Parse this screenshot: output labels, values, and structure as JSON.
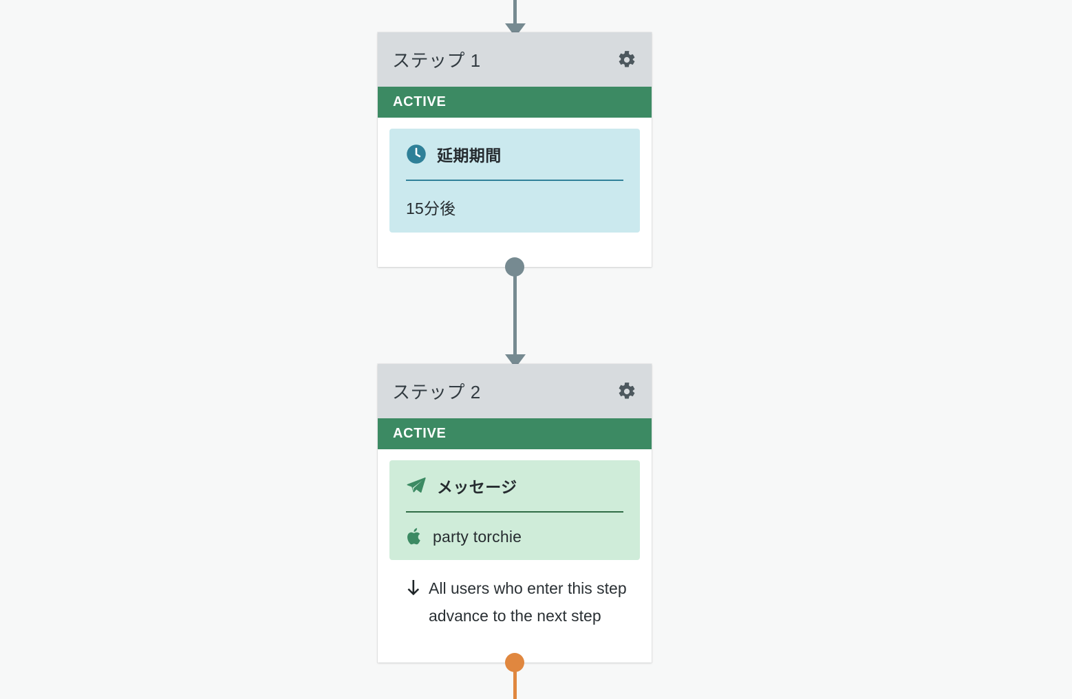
{
  "theme": {
    "background": "#f7f8f8",
    "header_gray": "#d7dbde",
    "status_green": "#3c8a63",
    "connector_gray": "#768a91",
    "connector_orange": "#e0873f",
    "delay_block_bg": "#cbe9ee",
    "delay_accent": "#2f8098",
    "message_block_bg": "#cfecd9",
    "message_accent": "#2f6b45",
    "text_dark": "#262c30"
  },
  "steps": [
    {
      "title": "ステップ 1",
      "status": "ACTIVE",
      "settings_icon": "gear-icon",
      "action": {
        "kind": "delay",
        "icon": "clock-icon",
        "title": "延期期間",
        "value": "15分後",
        "value_icon": null
      },
      "advance_note": null
    },
    {
      "title": "ステップ 2",
      "status": "ACTIVE",
      "settings_icon": "gear-icon",
      "action": {
        "kind": "message",
        "icon": "paper-plane-icon",
        "title": "メッセージ",
        "value": "party torchie",
        "value_icon": "apple-icon"
      },
      "advance_note": {
        "icon": "arrow-down-icon",
        "text": "All users who enter this step advance to the next step"
      }
    }
  ],
  "connectors": [
    {
      "name": "top-inbound-connector",
      "color": "#768a91",
      "has_arrow": true,
      "has_dot": false
    },
    {
      "name": "step1-to-step2-connector",
      "color": "#768a91",
      "has_arrow": true,
      "has_dot": true
    },
    {
      "name": "step2-outbound-connector",
      "color": "#e0873f",
      "has_arrow": false,
      "has_dot": true
    }
  ]
}
